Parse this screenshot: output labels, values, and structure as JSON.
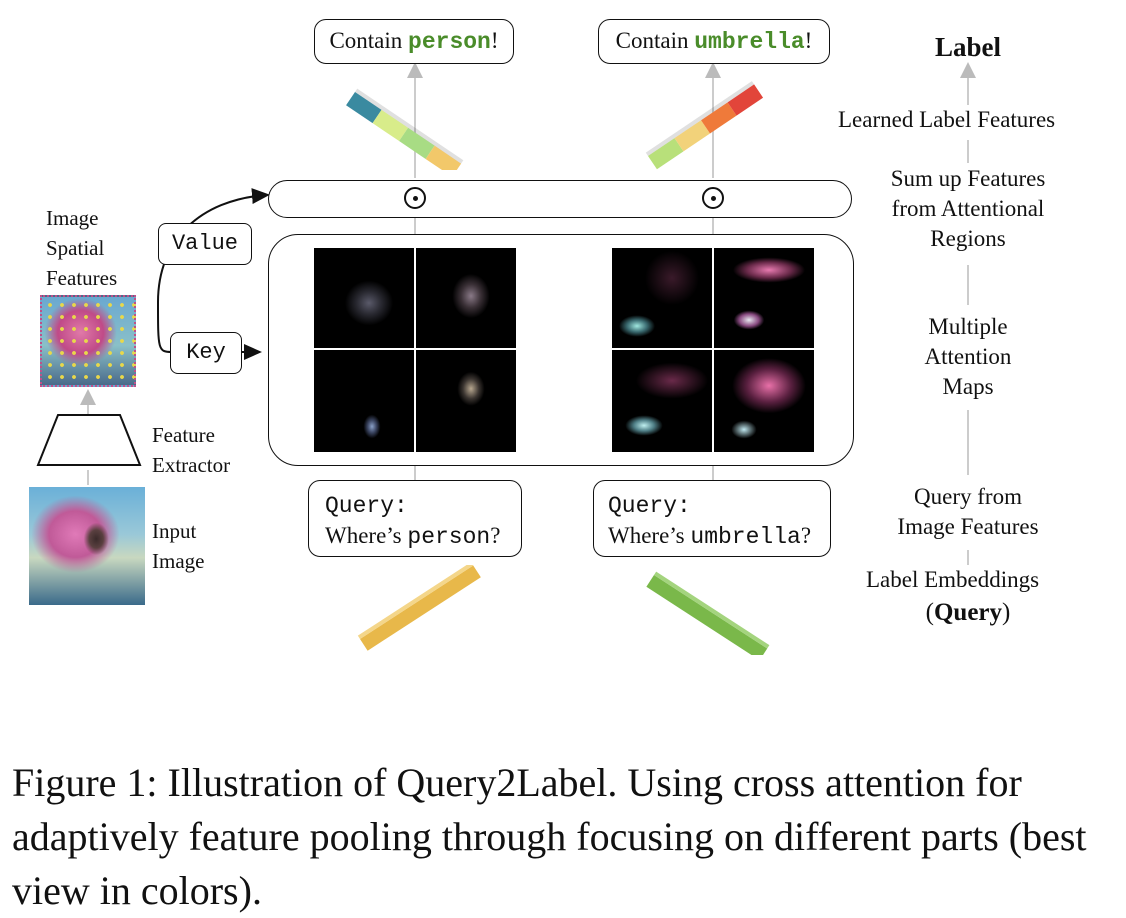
{
  "outputs": {
    "left": {
      "prefix": "Contain ",
      "label": "person",
      "suffix": "!"
    },
    "right": {
      "prefix": "Contain ",
      "label": "umbrella",
      "suffix": "!"
    }
  },
  "right_column": {
    "label": "Label",
    "learned": "Learned Label Features",
    "sum_up": [
      "Sum up Features",
      "from Attentional",
      "Regions"
    ],
    "attention": [
      "Multiple",
      "Attention",
      "Maps"
    ],
    "query_from": [
      "Query from",
      "Image Features"
    ],
    "embeddings": "Label Embeddings",
    "query_open": "(",
    "query_word": "Query",
    "query_close": ")"
  },
  "left_column": {
    "spatial": [
      "Image",
      "Spatial",
      "Features"
    ],
    "feature_extractor": [
      "Feature",
      "Extractor"
    ],
    "input_image": [
      "Input",
      "Image"
    ],
    "value": "Value",
    "key": "Key"
  },
  "queries": {
    "left": {
      "head": "Query:",
      "pre": "Where’s ",
      "word": "person",
      "post": "?"
    },
    "right": {
      "head": "Query:",
      "pre": "Where’s ",
      "word": "umbrella",
      "post": "?"
    }
  },
  "caption": "Figure 1: Illustration of Query2Label. Using cross attention for adaptively feature pooling through focusing on different parts (best view in colors).",
  "colors": {
    "label_green": "#4a8c2a",
    "bar_person": [
      "#3a8aa0",
      "#d8ec8a",
      "#a8dc84",
      "#f2c86a"
    ],
    "bar_umbrella": [
      "#b8e07a",
      "#f2d27a",
      "#ef7a3a",
      "#e2453a"
    ],
    "embed_person": "#e8b84a",
    "embed_umbrella": "#7ab84a"
  }
}
